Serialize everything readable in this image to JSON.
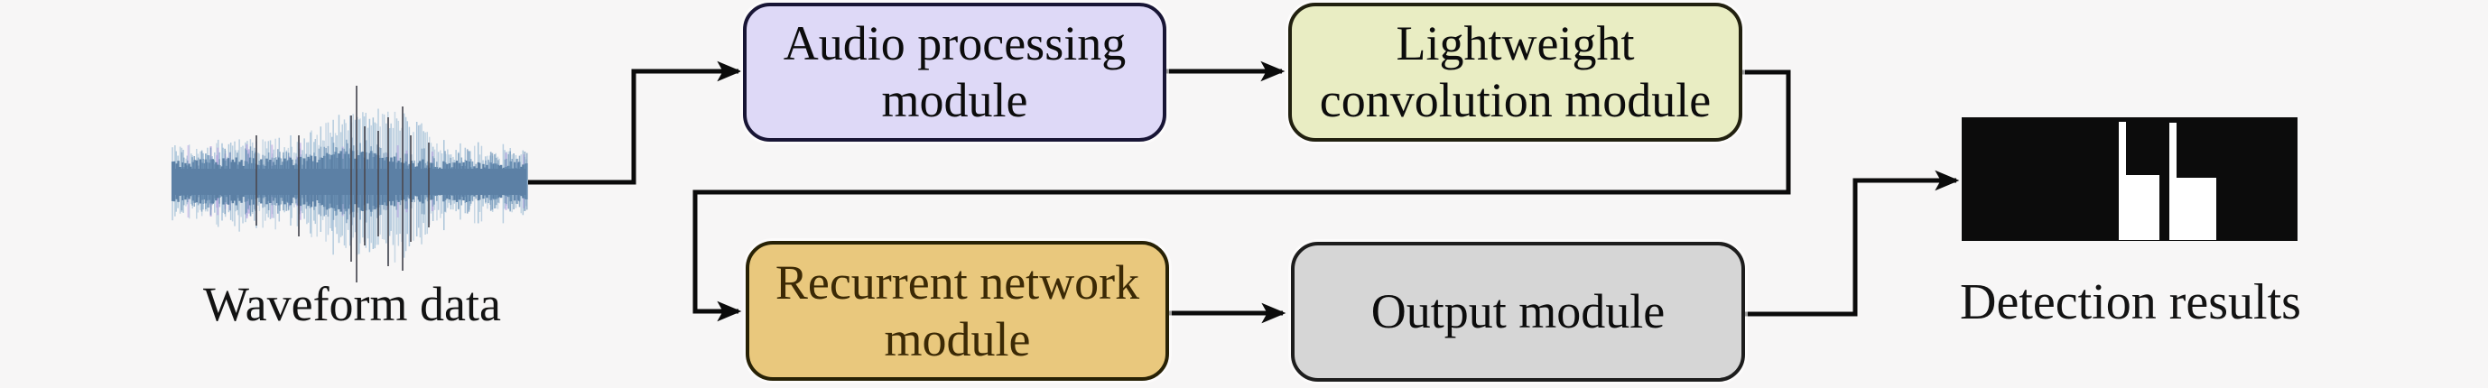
{
  "background": "#f7f6f6",
  "connector_color": "#0b0b0b",
  "captions": {
    "input": "Waveform data",
    "output": "Detection results"
  },
  "modules": {
    "audio": {
      "lines": [
        "Audio processing",
        "module"
      ],
      "fill": "#ded9f7",
      "border": "#181535",
      "text_color": "#0c0c0c"
    },
    "conv": {
      "lines": [
        "Lightweight",
        "convolution module"
      ],
      "fill": "#e9edc3",
      "border": "#21200f",
      "text_color": "#0c0c0c"
    },
    "recurrent": {
      "lines": [
        "Recurrent network",
        "module"
      ],
      "fill": "#e9c87d",
      "border": "#272105",
      "text_color": "#3b2905"
    },
    "output": {
      "lines": [
        "Output module"
      ],
      "fill": "#d6d6d6",
      "border": "#1d1d1d",
      "text_color": "#0c0c0c"
    }
  },
  "waveform": {
    "body_color": "#5c80a5",
    "fuzz_color": "#8fb3d0",
    "mid_color": "#6f95b8",
    "purple_accent": "#b09ade",
    "dark_spike": "#4c4c55"
  },
  "detection": {
    "bg": "#0c0c0c",
    "pulse": "#ffffff"
  }
}
